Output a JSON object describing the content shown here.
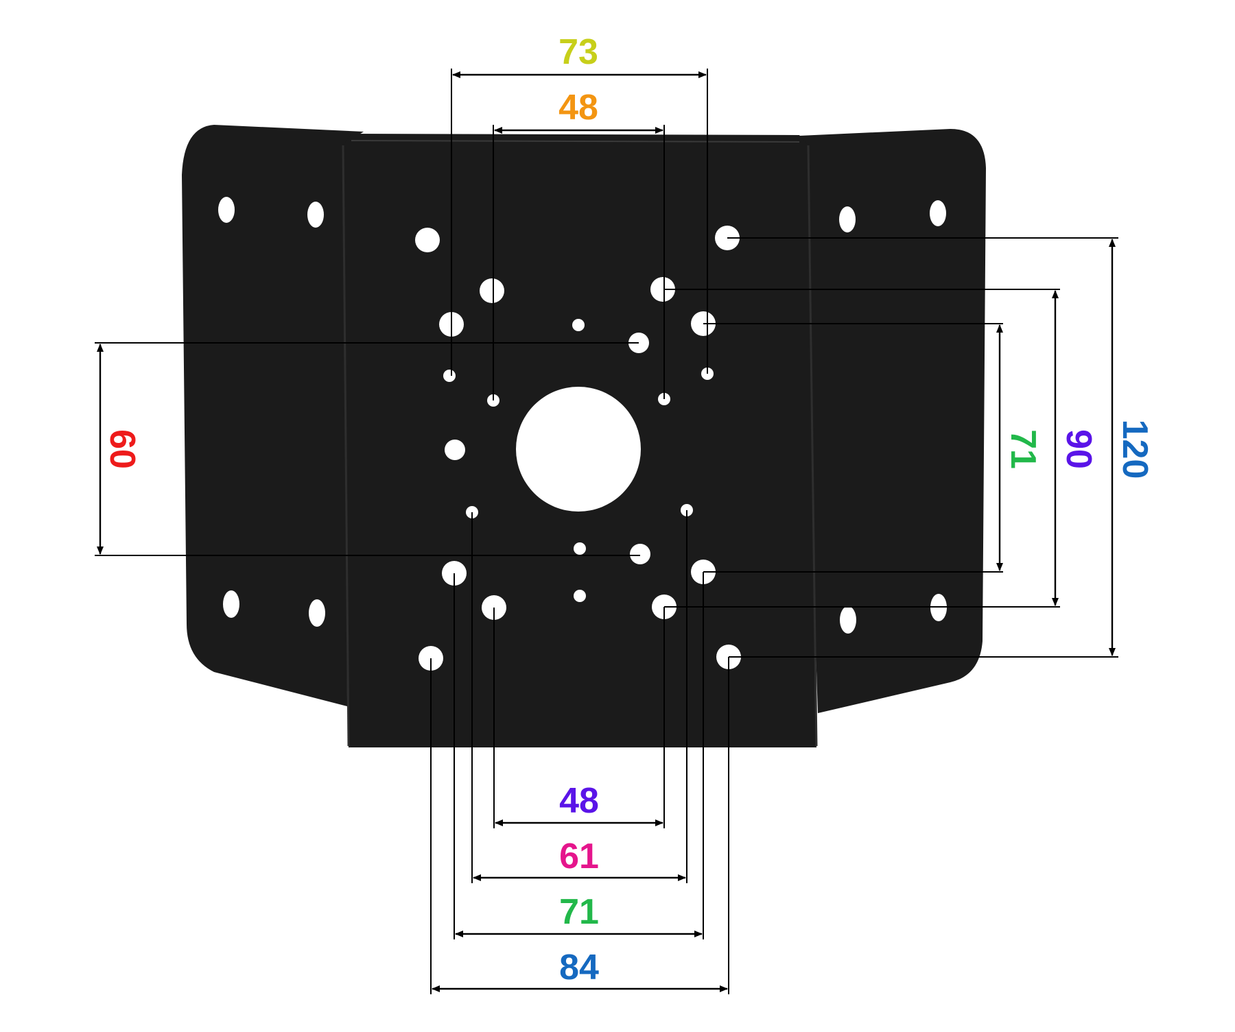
{
  "diagram": {
    "bracket_color": "#1b1b1b",
    "hole_color": "#ffffff",
    "dimensions": {
      "top_outer": {
        "label": "73",
        "color": "#c7cf1a"
      },
      "top_inner": {
        "label": "48",
        "color": "#f39512"
      },
      "bottom_48": {
        "label": "48",
        "color": "#5a14e8"
      },
      "bottom_61": {
        "label": "61",
        "color": "#e5158c"
      },
      "bottom_71": {
        "label": "71",
        "color": "#22b84a"
      },
      "bottom_84": {
        "label": "84",
        "color": "#1569c0"
      },
      "left_60": {
        "label": "60",
        "color": "#ee1b1b"
      },
      "right_71": {
        "label": "71",
        "color": "#22b84a"
      },
      "right_90": {
        "label": "90",
        "color": "#5a14e8"
      },
      "right_120": {
        "label": "120",
        "color": "#1569c0"
      }
    }
  }
}
